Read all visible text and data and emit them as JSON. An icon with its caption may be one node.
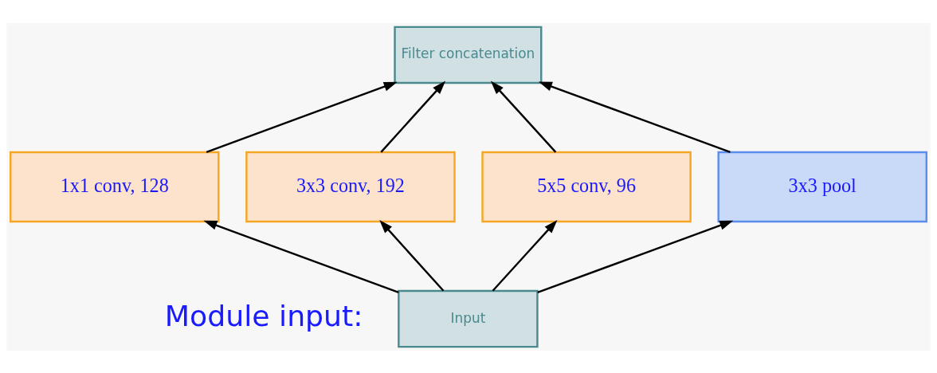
{
  "diagram": {
    "nodes": [
      {
        "text": [
          "Filter concatenation"
        ]
      },
      {
        "text": [
          "1x1 conv, 128"
        ]
      },
      {
        "text": [
          "3x3 conv, 192"
        ]
      },
      {
        "text": [
          "5x5 conv, 96"
        ]
      },
      {
        "text": [
          "3x3 pool"
        ]
      },
      {
        "text": [
          "Input"
        ]
      }
    ],
    "edges": [
      {
        "from": 5,
        "to": 1,
        "arrow": "to"
      },
      {
        "from": 5,
        "to": 2,
        "arrow": "to"
      },
      {
        "from": 5,
        "to": 3,
        "arrow": "to"
      },
      {
        "from": 5,
        "to": 4,
        "arrow": "to"
      },
      {
        "from": 1,
        "to": 0,
        "arrow": "to"
      },
      {
        "from": 2,
        "to": 0,
        "arrow": "to"
      },
      {
        "from": 3,
        "to": 0,
        "arrow": "to"
      },
      {
        "from": 4,
        "to": 0,
        "arrow": "to"
      }
    ],
    "labels": [
      "Module input:"
    ]
  }
}
